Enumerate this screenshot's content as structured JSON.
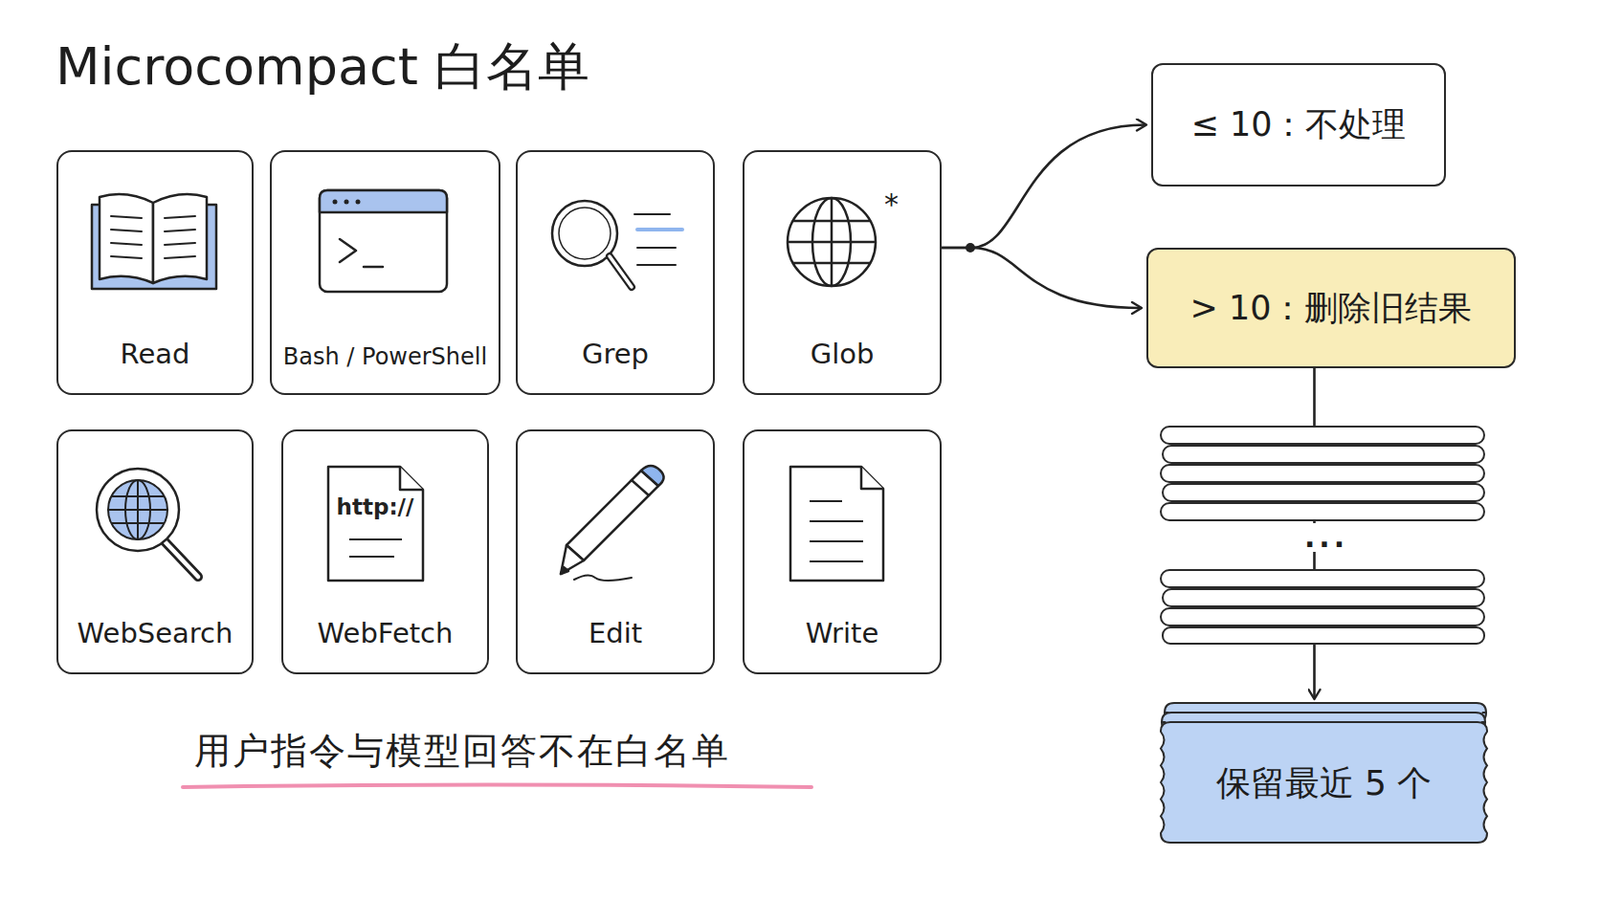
{
  "diagram": {
    "title": "Microcompact 白名单",
    "caption": "用户指令与模型回答不在白名单",
    "nodes": [
      {
        "text": [
          "Read"
        ]
      },
      {
        "text": [
          "Bash / PowerShell"
        ]
      },
      {
        "text": [
          "Grep"
        ]
      },
      {
        "text": [
          "Glob"
        ]
      },
      {
        "text": [
          "WebSearch"
        ]
      },
      {
        "text": [
          "WebFetch"
        ]
      },
      {
        "text": [
          "Edit"
        ]
      },
      {
        "text": [
          "Write"
        ]
      },
      {
        "text": [
          "≤ 10：不处理"
        ]
      },
      {
        "text": [
          "> 10：删除旧结果"
        ]
      },
      {
        "text": [
          "保留最近 5 个"
        ]
      }
    ],
    "edges": [
      {
        "from": 3,
        "to": 8,
        "arrow": "to"
      },
      {
        "from": 3,
        "to": 9,
        "arrow": "to"
      },
      {
        "from": 9,
        "to": 10,
        "arrow": "to"
      }
    ],
    "labels": [
      "*",
      "http://",
      "..."
    ]
  }
}
